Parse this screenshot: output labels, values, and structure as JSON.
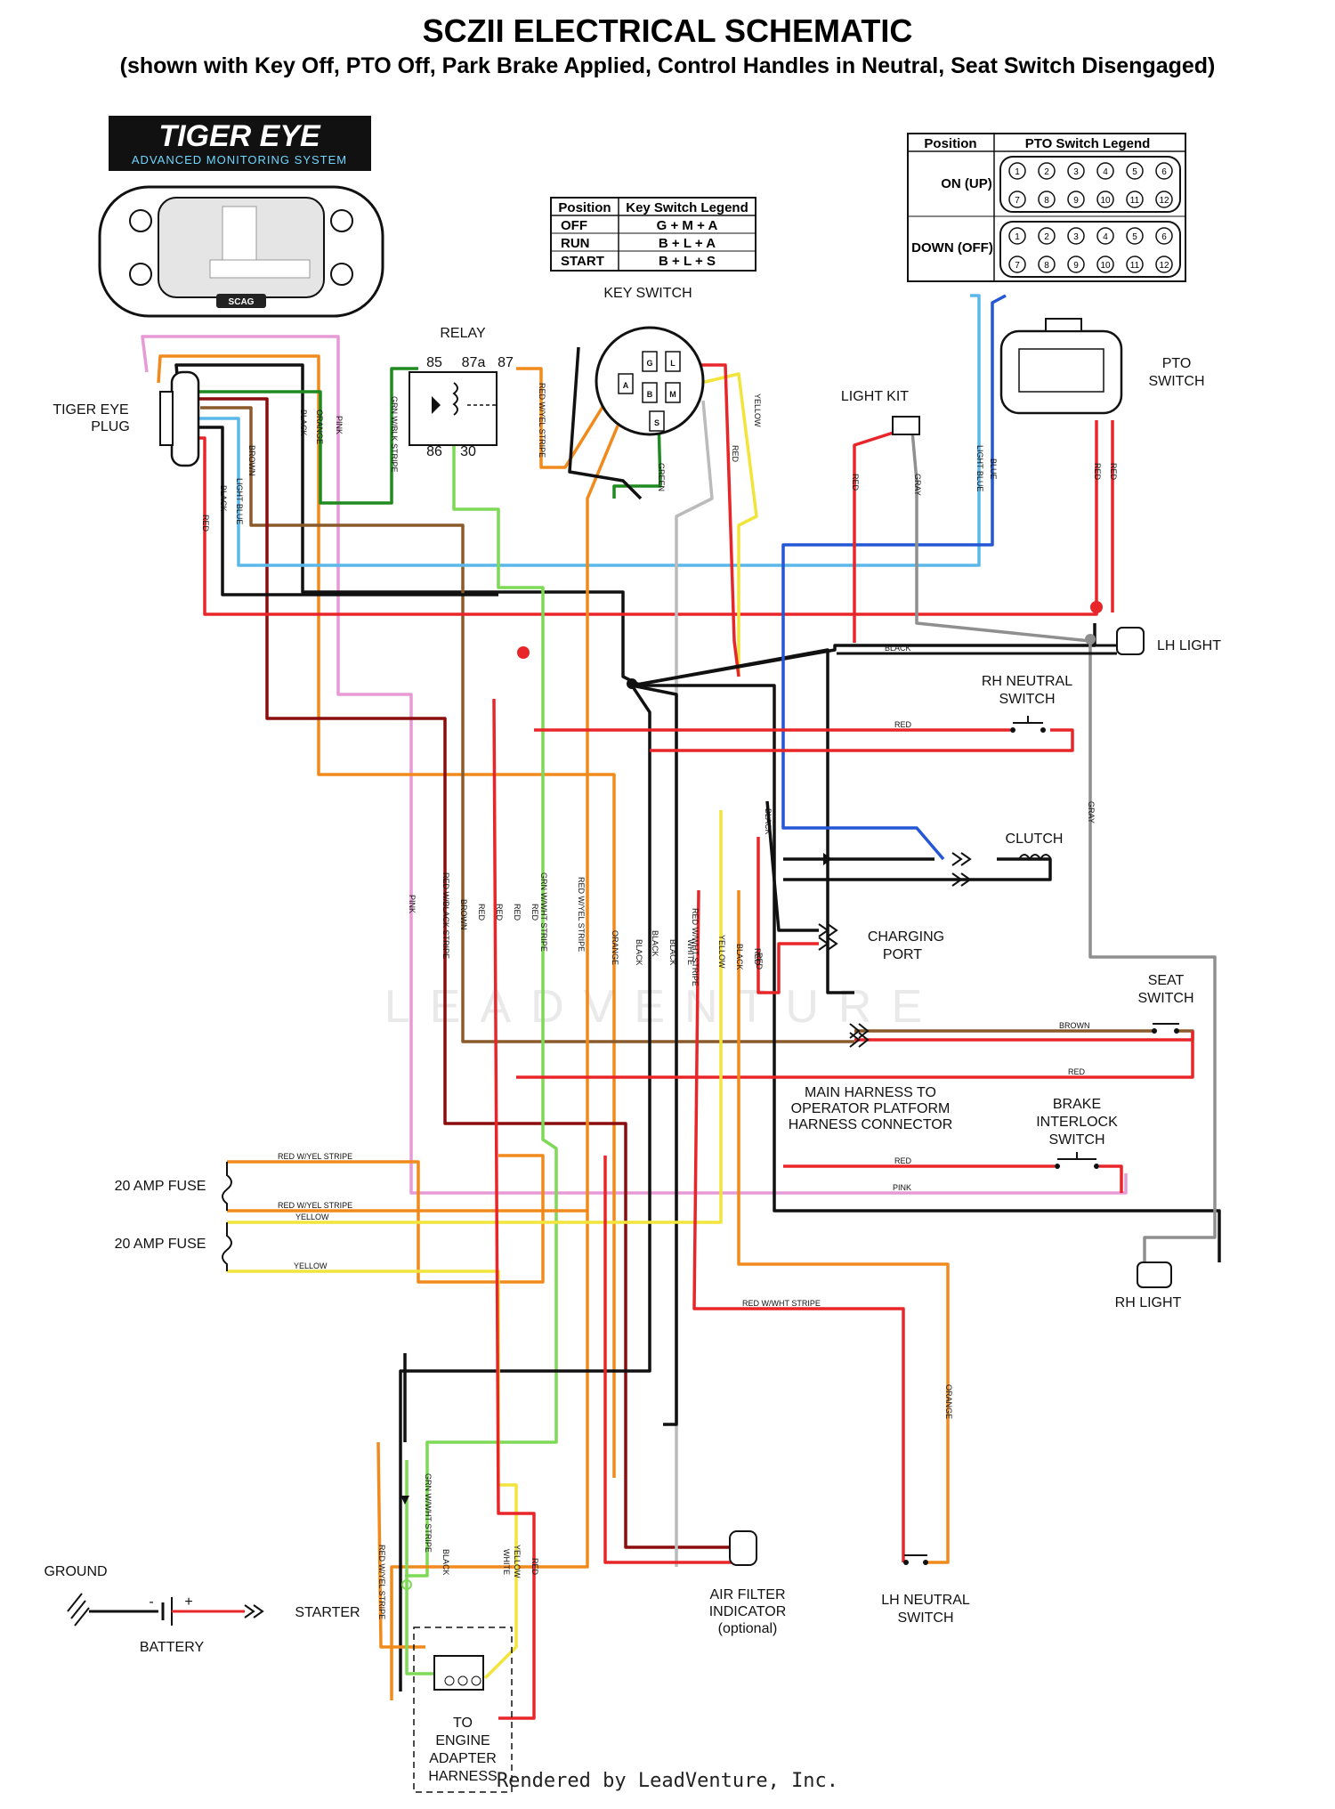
{
  "title": "SCZII ELECTRICAL SCHEMATIC",
  "subtitle": "(shown with Key Off, PTO Off, Park Brake Applied, Control Handles in Neutral, Seat Switch Disengaged)",
  "brand": {
    "name": "TIGER EYE",
    "tagline": "ADVANCED MONITORING SYSTEM",
    "display_badge": "SCAG"
  },
  "key_switch_legend": {
    "headers": [
      "Position",
      "Key Switch Legend"
    ],
    "rows": [
      [
        "OFF",
        "G + M + A"
      ],
      [
        "RUN",
        "B + L + A"
      ],
      [
        "START",
        "B + L + S"
      ]
    ]
  },
  "pto_switch_legend": {
    "headers": [
      "Position",
      "PTO Switch Legend"
    ],
    "rows": [
      {
        "position": "ON (UP)"
      },
      {
        "position": "DOWN (OFF)"
      }
    ],
    "pins_top": [
      "1",
      "2",
      "3",
      "4",
      "5",
      "6"
    ],
    "pins_bottom": [
      "7",
      "8",
      "9",
      "10",
      "11",
      "12"
    ]
  },
  "components": {
    "key_switch": "KEY SWITCH",
    "relay": "RELAY",
    "relay_pins": [
      "85",
      "87a",
      "87",
      "86",
      "30"
    ],
    "key_pins": [
      "G",
      "L",
      "A",
      "B",
      "M",
      "S"
    ],
    "tiger_eye_plug": [
      "TIGER EYE",
      "PLUG"
    ],
    "light_kit": "LIGHT KIT",
    "pto_switch": [
      "PTO",
      "SWITCH"
    ],
    "lh_light": "LH LIGHT",
    "rh_neutral": [
      "RH NEUTRAL",
      "SWITCH"
    ],
    "clutch": "CLUTCH",
    "charging_port": [
      "CHARGING",
      "PORT"
    ],
    "seat_switch": [
      "SEAT",
      "SWITCH"
    ],
    "main_harness": [
      "MAIN HARNESS TO",
      "OPERATOR PLATFORM",
      "HARNESS CONNECTOR"
    ],
    "brake_interlock": [
      "BRAKE",
      "INTERLOCK",
      "SWITCH"
    ],
    "fuse_1": "20 AMP FUSE",
    "fuse_2": "20 AMP FUSE",
    "rh_light": "RH LIGHT",
    "ground": "GROUND",
    "battery": "BATTERY",
    "starter": "STARTER",
    "air_filter": [
      "AIR FILTER",
      "INDICATOR",
      "(optional)"
    ],
    "lh_neutral": [
      "LH NEUTRAL",
      "SWITCH"
    ],
    "engine_adapter": [
      "TO",
      "ENGINE",
      "ADAPTER",
      "HARNESS"
    ],
    "battery_minus": "-",
    "battery_plus": "+"
  },
  "wire_labels": {
    "black": "BLACK",
    "orange": "ORANGE",
    "pink": "PINK",
    "brown": "BROWN",
    "light_blue": "LIGHT BLUE",
    "red": "RED",
    "grn_blk": "GRN W/BLK STRIPE",
    "red_yel": "RED W/YEL STRIPE",
    "green": "GREEN",
    "yellow": "YELLOW",
    "gray": "GRAY",
    "blue": "BLUE",
    "red_blk": "RED W/BLACK STRIPE",
    "grn_wht": "GRN W/WHT STRIPE",
    "white": "WHITE",
    "red_wht": "RED W/WHT STRIPE"
  },
  "watermark": "LEADVENTURE",
  "footer": "Rendered by LeadVenture, Inc.",
  "colors": {
    "black": "#111111",
    "red": "#e8262a",
    "orange": "#f08a1c",
    "brown": "#8a5a2b",
    "pink": "#e79ad6",
    "light_blue": "#5bb7e8",
    "blue": "#2457d6",
    "green": "#1f8a1f",
    "light_green": "#7ed957",
    "yellow": "#f1e43a",
    "gray": "#8f8f8f",
    "dark_red": "#8b0d0d"
  }
}
